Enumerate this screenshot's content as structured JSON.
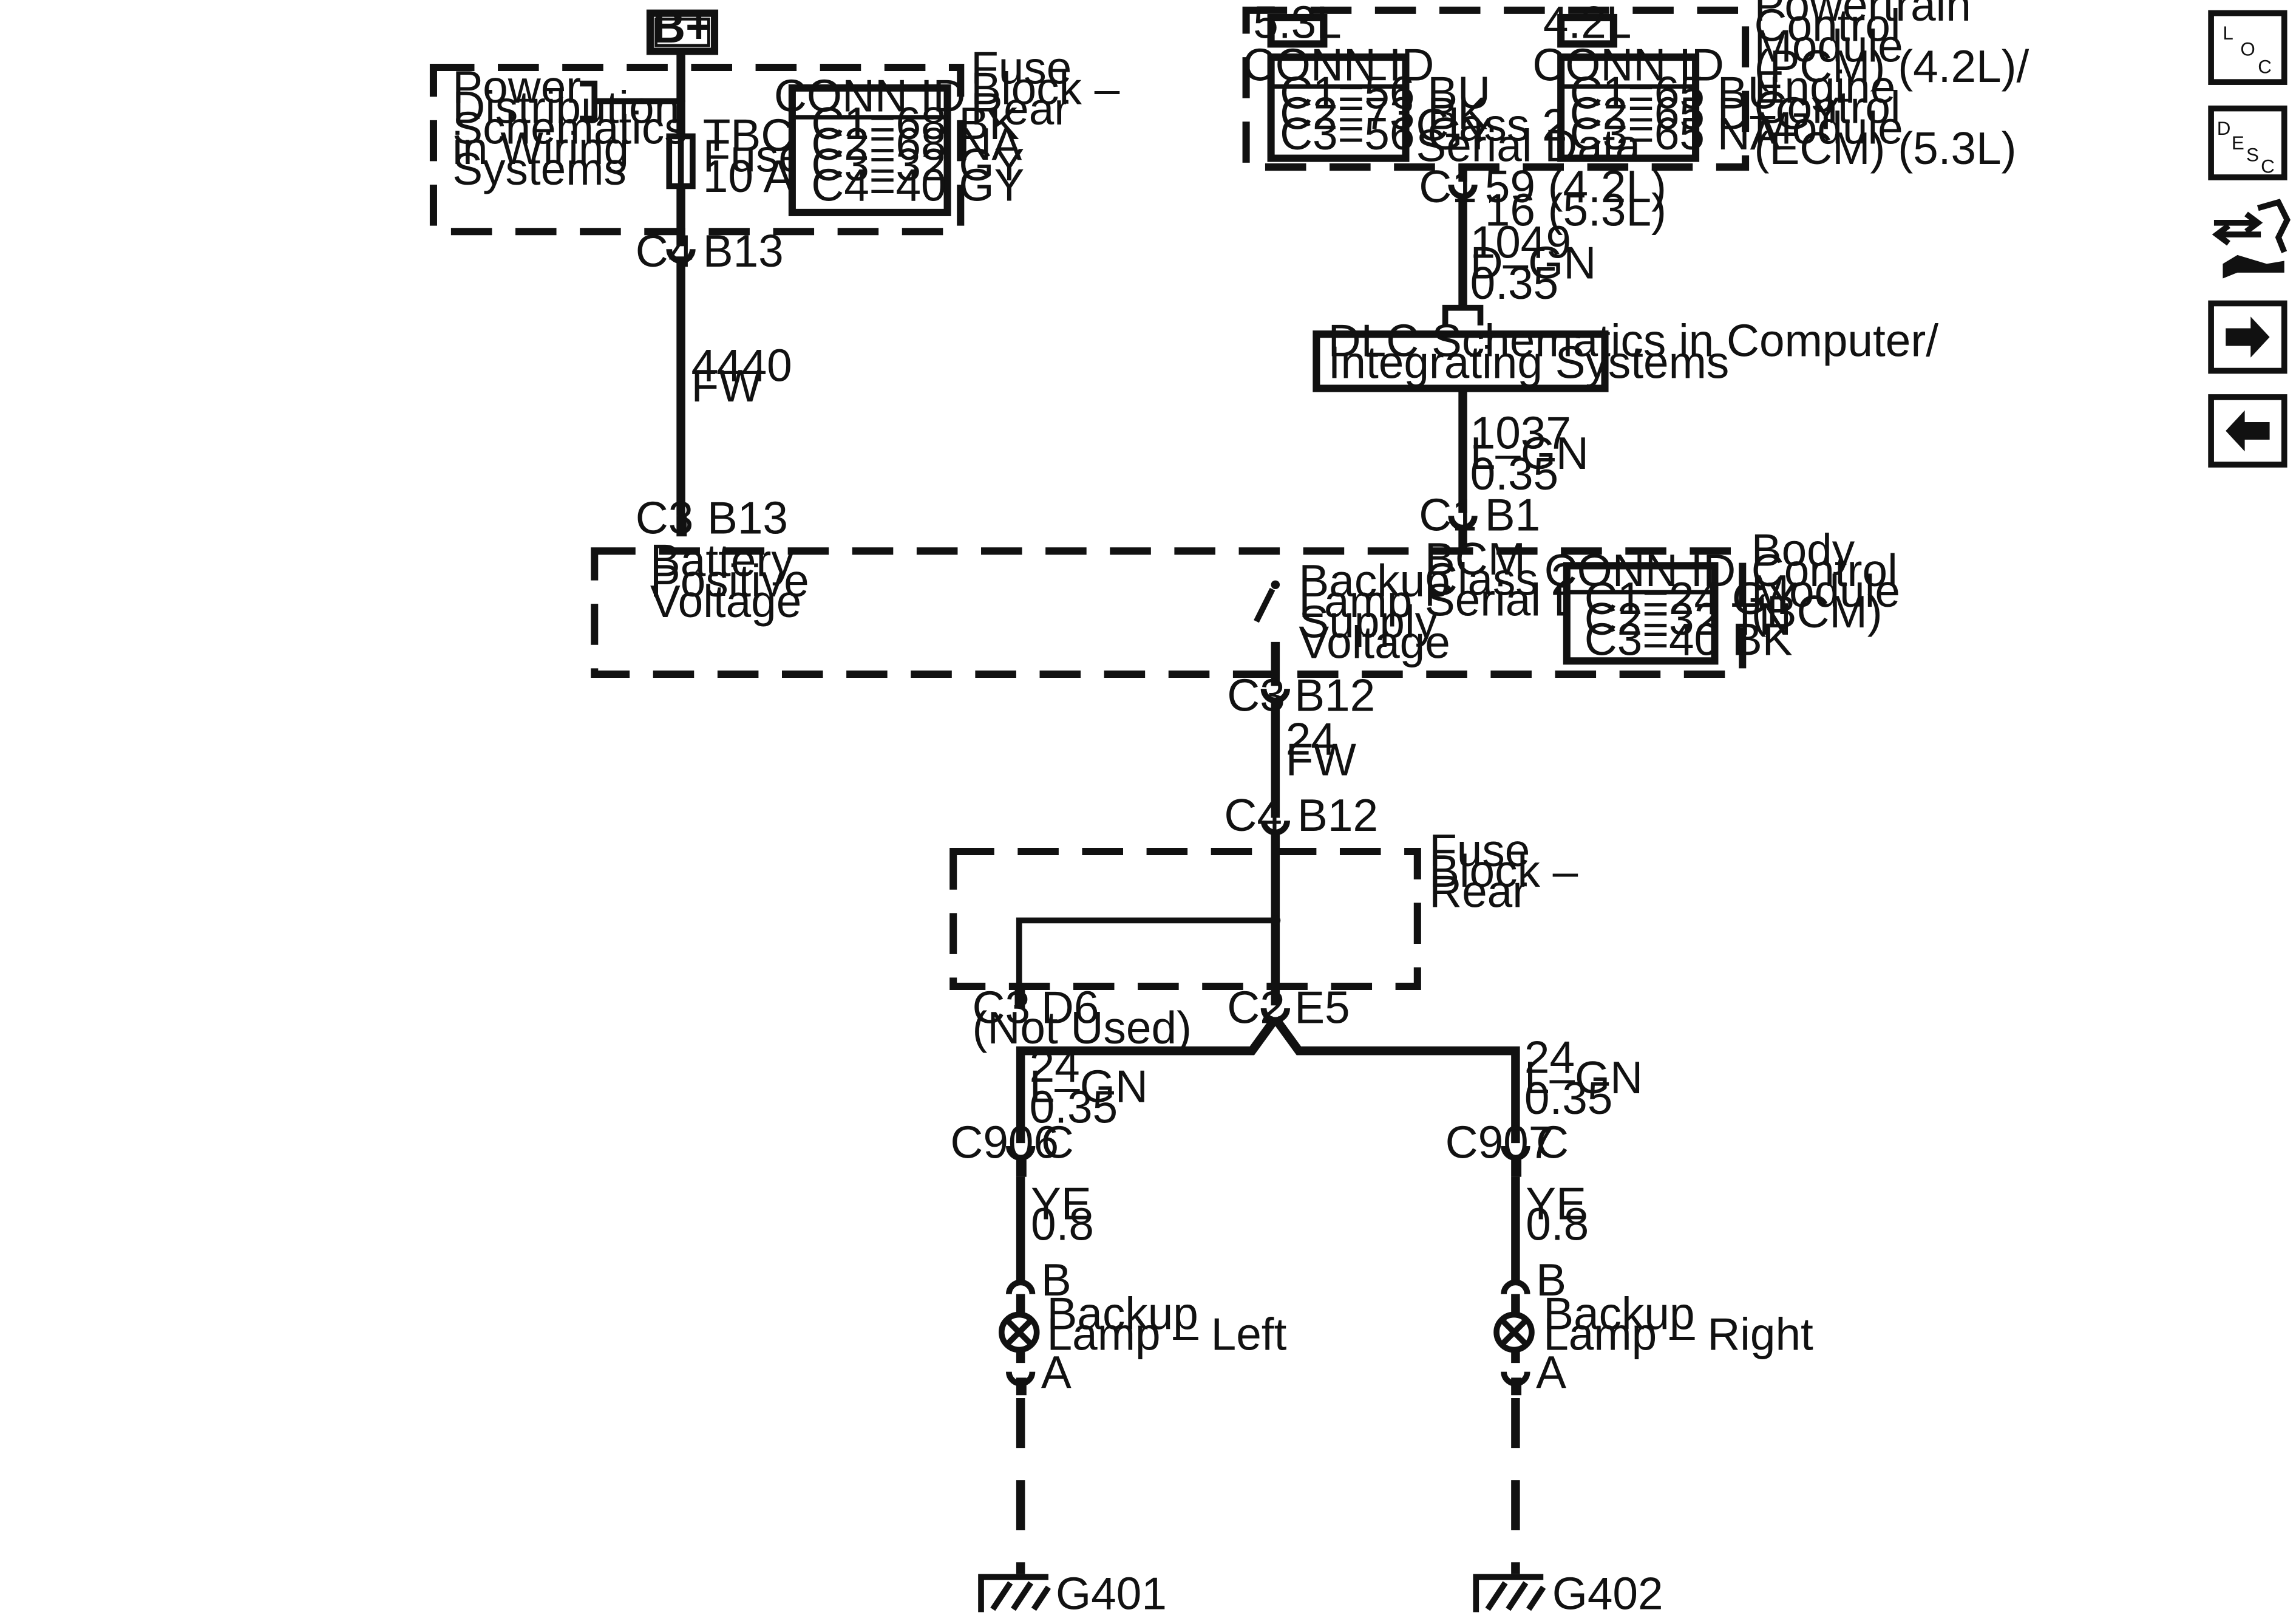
{
  "battery": {
    "label": "B+"
  },
  "fuse_block_top": {
    "title": [
      "Fuse",
      "Block –",
      "Rear"
    ],
    "power_dist": [
      "Power",
      "Distribution",
      "Schematics",
      "in Wiring",
      "Systems"
    ],
    "fuse": [
      "TBC 5",
      "Fuse 32",
      "10 A"
    ],
    "conn_id": {
      "header": "CONN ID",
      "rows": [
        "C1=68 BK",
        "C2=68 NA",
        "C3=32 GY",
        "C4=40 GY"
      ]
    }
  },
  "wire_4440": {
    "conn_top": "C4",
    "pin_top": "B13",
    "lines": [
      "4440",
      "FW"
    ],
    "conn_bottom": "C3",
    "pin_bottom": "B13"
  },
  "pcm": {
    "title": [
      "Powertrain",
      "Control",
      "Module",
      "(PCM) (4.2L)/",
      "Engine",
      "Control",
      "Module",
      "(ECM) (5.3L)"
    ],
    "tag_53": "5.3L",
    "tag_42": "4.2L",
    "conn_53": {
      "header": "CONN ID",
      "rows": [
        "C1=56 BU",
        "C2=73 BK",
        "C3=56 GY"
      ]
    },
    "conn_42": {
      "header": "CONN ID",
      "rows": [
        "C1=65 BU",
        "C2=65 D–GY",
        "C3=65 NA"
      ]
    },
    "class2": [
      "Class 2",
      "Serial Data"
    ]
  },
  "pcm_connector": {
    "conn": "C1",
    "pins": [
      "59 (4.2L)",
      "16 (5.3L)"
    ]
  },
  "wire_1049": [
    "1049",
    "D–GN",
    "0.35"
  ],
  "dlc": [
    "DLC Schematics in Computer/",
    "Integrating Systems"
  ],
  "wire_1037": [
    "1037",
    "L–GN",
    "0.35"
  ],
  "bcm_connector": {
    "conn": "C1",
    "pin": "B1"
  },
  "bcm": {
    "title": [
      "Body",
      "Control",
      "Module",
      "(BCM)"
    ],
    "battery_positive": [
      "Battery",
      "Positive",
      "Voltage"
    ],
    "backup_supply": [
      "Backup",
      "Lamp",
      "Supply",
      "Voltage"
    ],
    "class2": [
      "BCM",
      "Class 2",
      "Serial Data"
    ],
    "conn_id": {
      "header": "CONN ID",
      "rows": [
        "C1=24 GY",
        "C2=32 TN",
        "C3=40 BK"
      ]
    }
  },
  "wire_24_fw": {
    "conn_top": "C3",
    "pin_top": "B12",
    "lines": [
      "24",
      "FW"
    ],
    "conn_bottom": "C4",
    "pin_bottom": "B12"
  },
  "fuse_block_bottom": {
    "title": [
      "Fuse",
      "Block –",
      "Rear"
    ]
  },
  "splice": {
    "c3": "C3",
    "d6": "D6",
    "not_used": "(Not Used)",
    "c2": "C2",
    "e5": "E5"
  },
  "left_branch": {
    "wire_top": [
      "24",
      "L–GN",
      "0.35"
    ],
    "conn": "C906",
    "conn_pin": "C",
    "wire_bottom": [
      "YE",
      "0.8"
    ],
    "pin_b": "B",
    "lamp": [
      "Backup",
      "Lamp – Left"
    ],
    "pin_a": "A",
    "ground": "G401"
  },
  "right_branch": {
    "wire_top": [
      "24",
      "L–GN",
      "0.35"
    ],
    "conn": "C907",
    "conn_pin": "C",
    "wire_bottom": [
      "YE",
      "0.8"
    ],
    "pin_b": "B",
    "lamp": [
      "Backup",
      "Lamp – Right"
    ],
    "pin_a": "A",
    "ground": "G402"
  },
  "sidebar": {
    "loc": [
      "L",
      "O",
      "C"
    ],
    "desc": [
      "D",
      "E",
      "S",
      "C"
    ],
    "icons": [
      "connector-tool-icon",
      "arrow-right-icon",
      "arrow-left-icon"
    ]
  }
}
